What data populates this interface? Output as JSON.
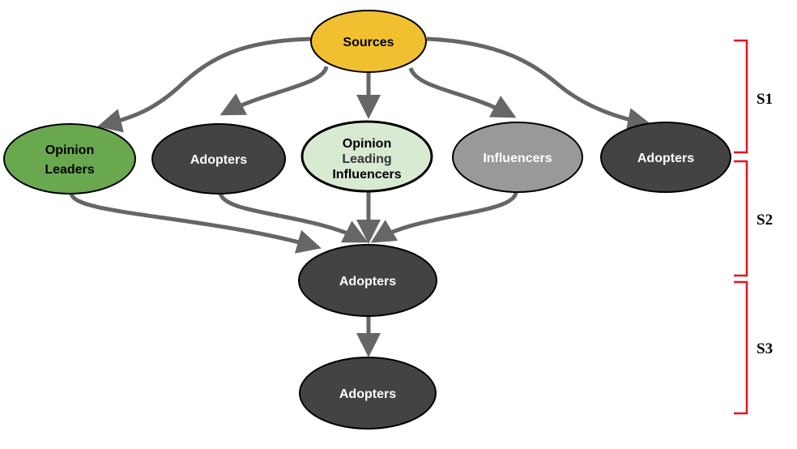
{
  "nodes": {
    "sources": {
      "lines": [
        "Sources"
      ],
      "fill": "#f0c030",
      "text_color": "#000000"
    },
    "opinion_leaders": {
      "lines": [
        "Opinion",
        "Leaders"
      ],
      "fill": "#6aa84f",
      "text_color": "#000000"
    },
    "adopters_1": {
      "lines": [
        "Adopters"
      ],
      "fill": "#434343",
      "text_color": "#ffffff"
    },
    "opinion_leading_influencers": {
      "lines": [
        "Opinion",
        "Leading",
        "Influencers"
      ],
      "fill": "#d9ead3",
      "text_color": "#000000"
    },
    "influencers": {
      "lines": [
        "Influencers"
      ],
      "fill": "#999999",
      "text_color": "#ffffff"
    },
    "adopters_2": {
      "lines": [
        "Adopters"
      ],
      "fill": "#434343",
      "text_color": "#ffffff"
    },
    "adopters_mid": {
      "lines": [
        "Adopters"
      ],
      "fill": "#434343",
      "text_color": "#ffffff"
    },
    "adopters_bottom": {
      "lines": [
        "Adopters"
      ],
      "fill": "#434343",
      "text_color": "#ffffff"
    }
  },
  "edges": [
    {
      "from": "sources",
      "to": "opinion_leaders"
    },
    {
      "from": "sources",
      "to": "adopters_1"
    },
    {
      "from": "sources",
      "to": "opinion_leading_influencers"
    },
    {
      "from": "sources",
      "to": "influencers"
    },
    {
      "from": "sources",
      "to": "adopters_2"
    },
    {
      "from": "opinion_leaders",
      "to": "adopters_mid"
    },
    {
      "from": "adopters_1",
      "to": "adopters_mid"
    },
    {
      "from": "opinion_leading_influencers",
      "to": "adopters_mid"
    },
    {
      "from": "influencers",
      "to": "adopters_mid"
    },
    {
      "from": "adopters_mid",
      "to": "adopters_bottom"
    }
  ],
  "stages": {
    "s1": "S1",
    "s2": "S2",
    "s3": "S3"
  },
  "colors": {
    "edge": "#666666",
    "bracket": "#e0141e"
  }
}
